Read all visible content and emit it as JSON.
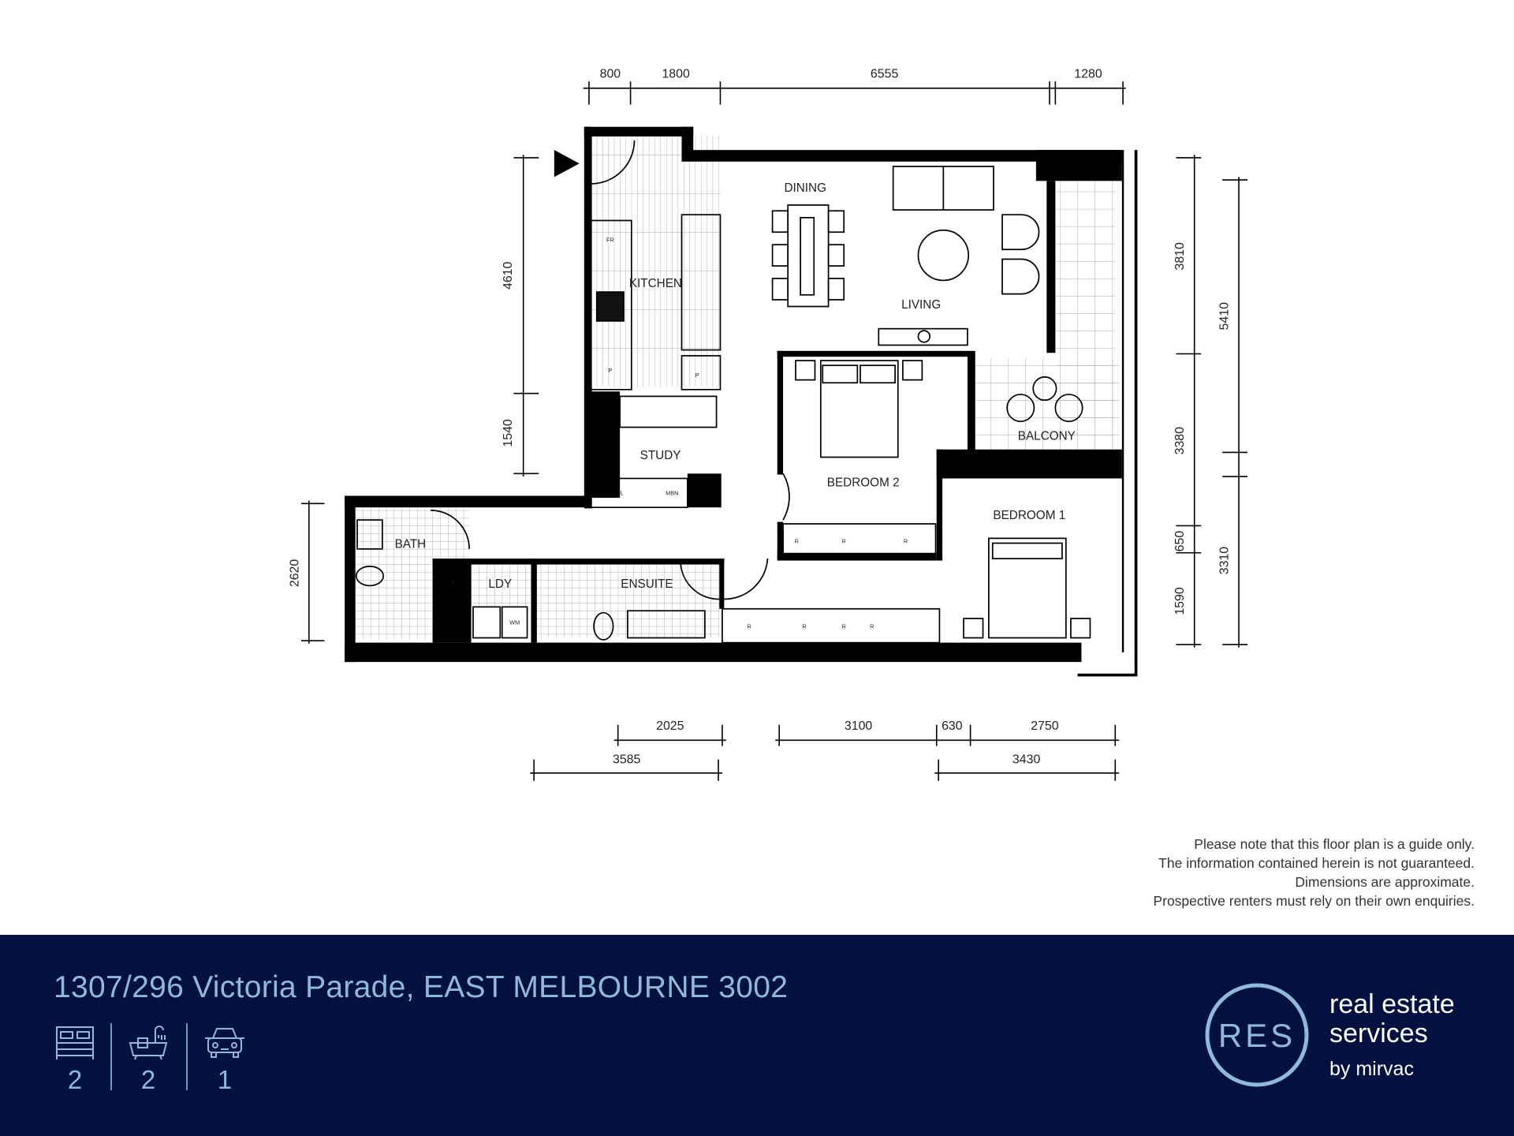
{
  "floor_plan": {
    "rooms": {
      "dining": "DINING",
      "kitchen": "KITCHEN",
      "living": "LIVING",
      "study": "STUDY",
      "bedroom2": "BEDROOM 2",
      "balcony": "BALCONY",
      "bedroom1": "BEDROOM 1",
      "bath": "BATH",
      "laundry": "LDY",
      "ensuite": "ENSUITE"
    },
    "fixtures": {
      "fridge": "FR",
      "pantry": "P",
      "linen": "L",
      "mbn": "MBN",
      "robe": "R",
      "washing_machine": "WM"
    },
    "dimensions": {
      "top": [
        "800",
        "1800",
        "6555",
        "1280"
      ],
      "left": [
        "4610",
        "1540"
      ],
      "left_bath": "2620",
      "right_inner": [
        "3810",
        "3380",
        "650",
        "1590"
      ],
      "right_outer": [
        "5410",
        "3310"
      ],
      "bottom_upper": [
        "2025",
        "3100",
        "630",
        "2750"
      ],
      "bottom_lower": [
        "3585",
        "3430"
      ]
    }
  },
  "disclaimer": [
    "Please note that this floor plan is a guide only.",
    "The information contained herein is not guaranteed.",
    "Dimensions are approximate.",
    "Prospective renters must rely on their own enquiries."
  ],
  "footer": {
    "address": "1307/296 Victoria Parade, EAST MELBOURNE 3002",
    "features": {
      "bedrooms": "2",
      "bathrooms": "2",
      "parking": "1"
    },
    "brand": {
      "logo_letters": "RES",
      "line1": "real estate",
      "line2": "services",
      "line3": "by mirvac"
    },
    "colors": {
      "background": "#02113f",
      "accent": "#8fb9d8"
    }
  }
}
